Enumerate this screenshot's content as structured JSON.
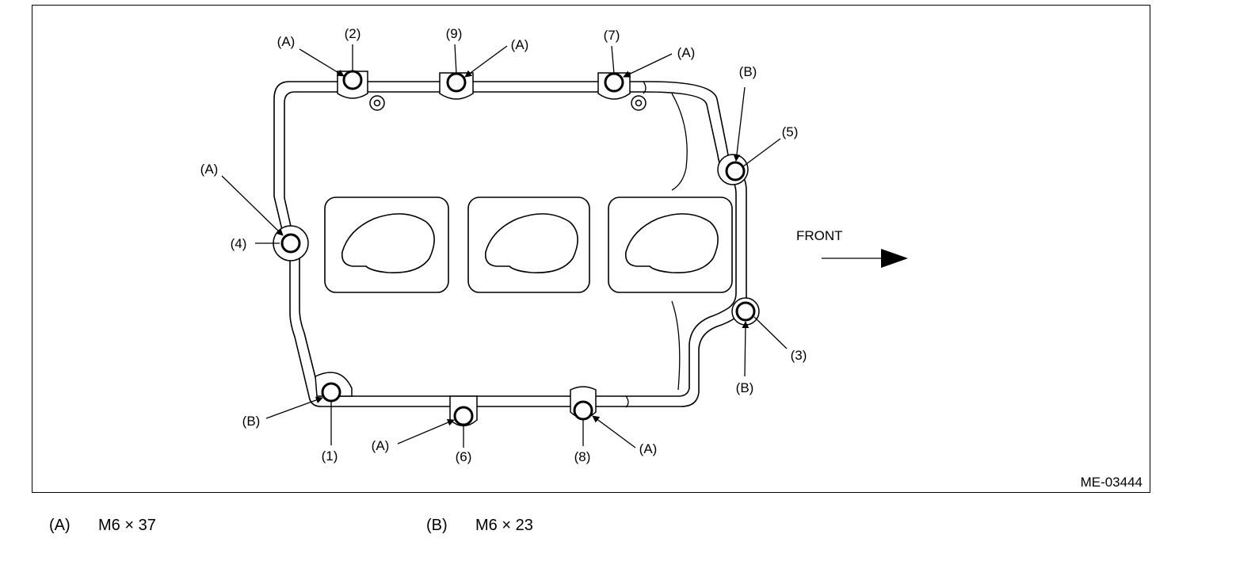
{
  "figure_id": "ME-03444",
  "direction_label": "FRONT",
  "bolts": [
    {
      "num": "(1)",
      "type": "(B)"
    },
    {
      "num": "(2)",
      "type": "(A)"
    },
    {
      "num": "(3)",
      "type": "(B)"
    },
    {
      "num": "(4)",
      "type": "(A)"
    },
    {
      "num": "(5)",
      "type": "(B)"
    },
    {
      "num": "(6)",
      "type": "(A)"
    },
    {
      "num": "(7)",
      "type": "(A)"
    },
    {
      "num": "(8)",
      "type": "(A)"
    },
    {
      "num": "(9)",
      "type": "(A)"
    }
  ],
  "legend": [
    {
      "key": "(A)",
      "spec": "M6 × 37"
    },
    {
      "key": "(B)",
      "spec": "M6 × 23"
    }
  ]
}
